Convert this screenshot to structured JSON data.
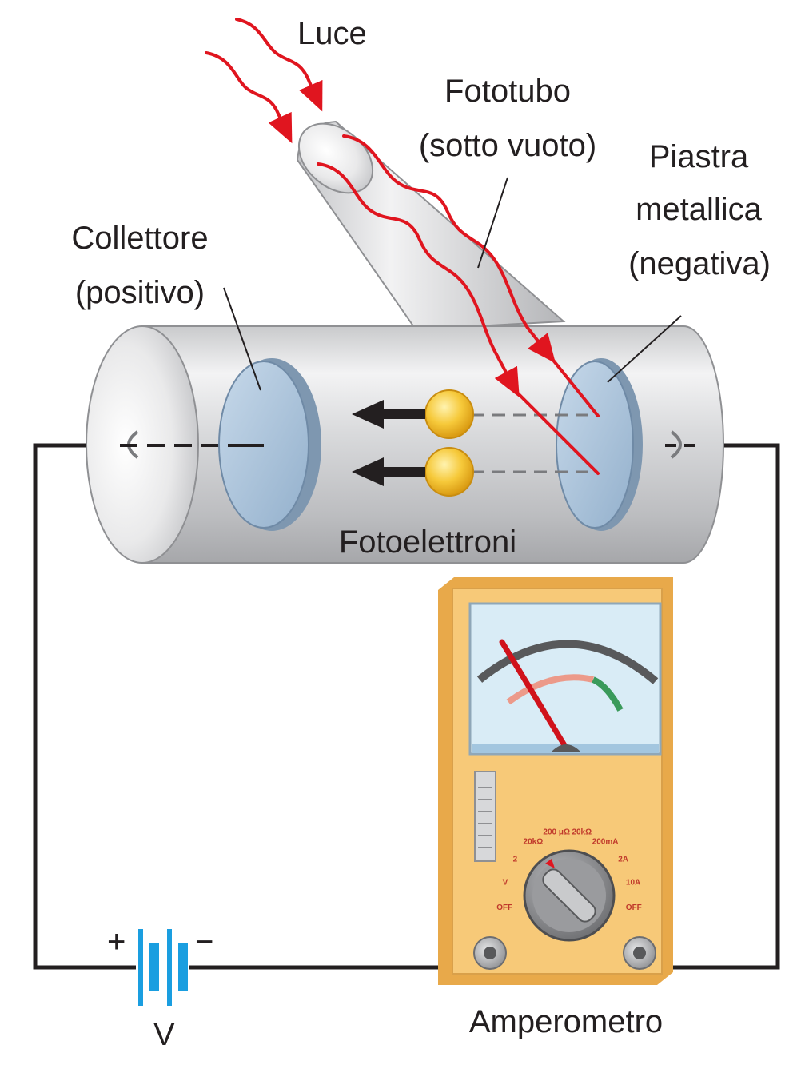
{
  "labels": {
    "luce": "Luce",
    "fototubo_line1": "Fototubo",
    "fototubo_line2": "(sotto vuoto)",
    "piastra_line1": "Piastra",
    "piastra_line2": "metallica",
    "piastra_line3": "(negativa)",
    "collettore_line1": "Collettore",
    "collettore_line2": "(positivo)",
    "fotoelettroni": "Fotoelettroni",
    "amperometro": "Amperometro",
    "battery_plus": "+",
    "battery_minus": "−",
    "battery_v": "V"
  },
  "meter_dial": {
    "settings": [
      "OFF",
      "V",
      "2",
      "20kΩ",
      "200 μΩ",
      "20kΩ",
      "200mA",
      "2A",
      "10A",
      "OFF"
    ]
  },
  "colors": {
    "light_ray": "#e0151f",
    "tube_glass": "#d4d5d7",
    "plate": "#a9c3dc",
    "electron": "#f4c430",
    "meter_body": "#f7c978",
    "meter_face": "#d9ecf6",
    "battery": "#1a9ee0",
    "wire": "#231f20"
  }
}
